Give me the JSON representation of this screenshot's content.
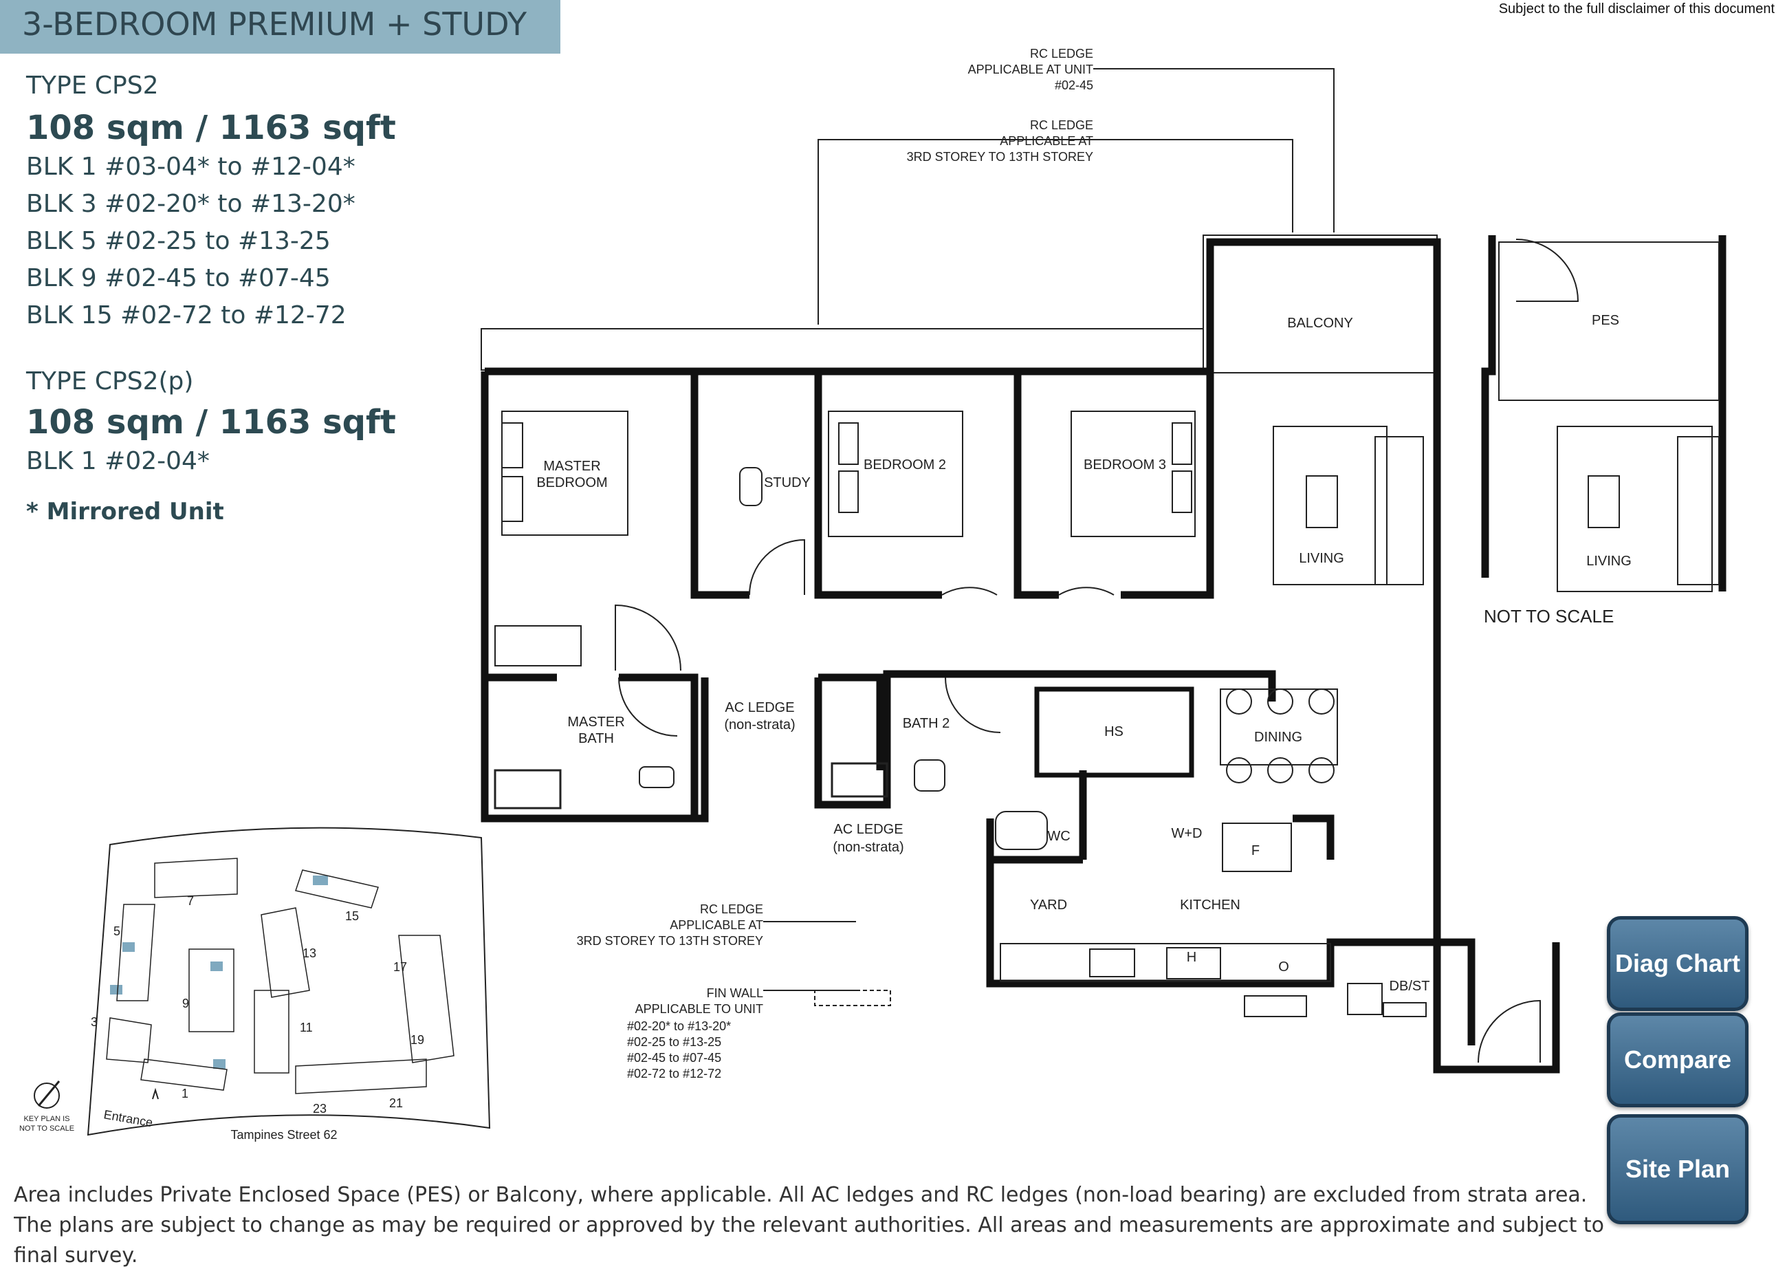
{
  "header": {
    "title": "3-BEDROOM PREMIUM + STUDY",
    "disclaimer": "Subject to the full disclaimer of this document"
  },
  "unit_a": {
    "type": "TYPE CPS2",
    "area": "108 sqm / 1163 sqft",
    "blocks": [
      "BLK 1 #03-04* to #12-04*",
      "BLK 3 #02-20* to #13-20*",
      "BLK 5 #02-25 to #13-25",
      "BLK 9 #02-45 to #07-45",
      "BLK 15 #02-72 to #12-72"
    ]
  },
  "unit_b": {
    "type": "TYPE CPS2(p)",
    "area": "108 sqm / 1163 sqft",
    "blocks": [
      "BLK 1 #02-04*"
    ]
  },
  "mirrored_note": "* Mirrored Unit",
  "plan": {
    "rooms": {
      "master_bedroom": [
        "MASTER",
        "BEDROOM"
      ],
      "study": "STUDY",
      "bedroom2": "BEDROOM 2",
      "bedroom3": "BEDROOM 3",
      "balcony": "BALCONY",
      "living": "LIVING",
      "master_bath": [
        "MASTER",
        "BATH"
      ],
      "ac_ledge": [
        "AC LEDGE",
        "(non-strata)"
      ],
      "bath2": "BATH 2",
      "hs": "HS",
      "dining": "DINING",
      "wc": "WC",
      "wd": "W+D",
      "fridge": "F",
      "yard": "YARD",
      "kitchen": "KITCHEN",
      "dbst": "DB/ST",
      "hob": "H",
      "oven": "O"
    },
    "callouts": {
      "rc_ledge_unit": [
        "RC LEDGE",
        "APPLICABLE AT UNIT",
        "#02-45"
      ],
      "rc_ledge_storey": [
        "RC LEDGE",
        "APPLICABLE AT",
        "3RD STOREY TO 13TH STOREY"
      ],
      "rc_ledge_storey2": [
        "RC LEDGE",
        "APPLICABLE AT",
        "3RD STOREY TO 13TH STOREY"
      ],
      "fin_wall": [
        "FIN WALL",
        "APPLICABLE TO UNIT",
        "#02-20* to #13-20*",
        "#02-25   to #13-25",
        "#02-45   to #07-45",
        "#02-72   to #12-72"
      ]
    },
    "alt": {
      "pes": "PES",
      "living": "LIVING",
      "scale_note": "NOT TO SCALE"
    }
  },
  "keyplan": {
    "street": "Tampines Street 62",
    "entrance": "Entrance",
    "note": [
      "KEY PLAN IS",
      "NOT TO SCALE"
    ],
    "block_labels": [
      "7",
      "15",
      "5",
      "13",
      "17",
      "9",
      "3",
      "11",
      "19",
      "1",
      "23",
      "21"
    ],
    "highlight_color": "#7fa9bf"
  },
  "buttons": {
    "diag_chart": "Diag Chart",
    "compare": "Compare",
    "site_plan": "Site Plan"
  },
  "footer": "Area includes Private Enclosed Space (PES) or Balcony, where applicable. All AC ledges and RC ledges (non-load bearing) are excluded from strata area. The plans are subject to change as may be required or approved by the relevant authorities. All areas and measurements are approximate and subject to final survey."
}
